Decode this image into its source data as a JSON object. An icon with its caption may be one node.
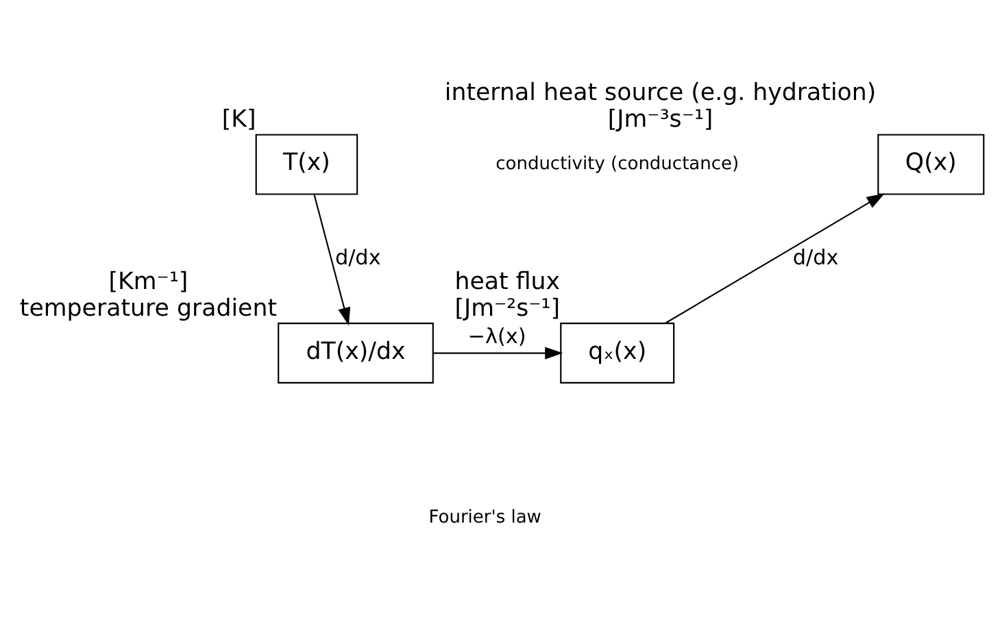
{
  "diagram": {
    "nodes": [
      {
        "text": [
          "T(x)"
        ],
        "beside": [
          "[K]"
        ]
      },
      {
        "text": [
          "dT(x)/dx"
        ],
        "beside": [
          "[Km⁻¹]",
          "temperature gradient"
        ]
      },
      {
        "text": [
          "qₓ(x)"
        ],
        "beside": [
          "heat flux",
          "[Jm⁻²s⁻¹]"
        ]
      },
      {
        "text": [
          "Q(x)"
        ],
        "beside": [
          "internal heat source (e.g. hydration)",
          "[Jm⁻³s⁻¹]"
        ]
      }
    ],
    "edges": [
      {
        "from": 0,
        "to": 1,
        "arrow": "to",
        "label": "d/dx"
      },
      {
        "from": 1,
        "to": 2,
        "arrow": "to",
        "label": "−λ(x)"
      },
      {
        "from": 2,
        "to": 3,
        "arrow": "to",
        "label": "d/dx"
      }
    ],
    "labels": [
      "conductivity (conductance)",
      "Fourier's law"
    ]
  }
}
